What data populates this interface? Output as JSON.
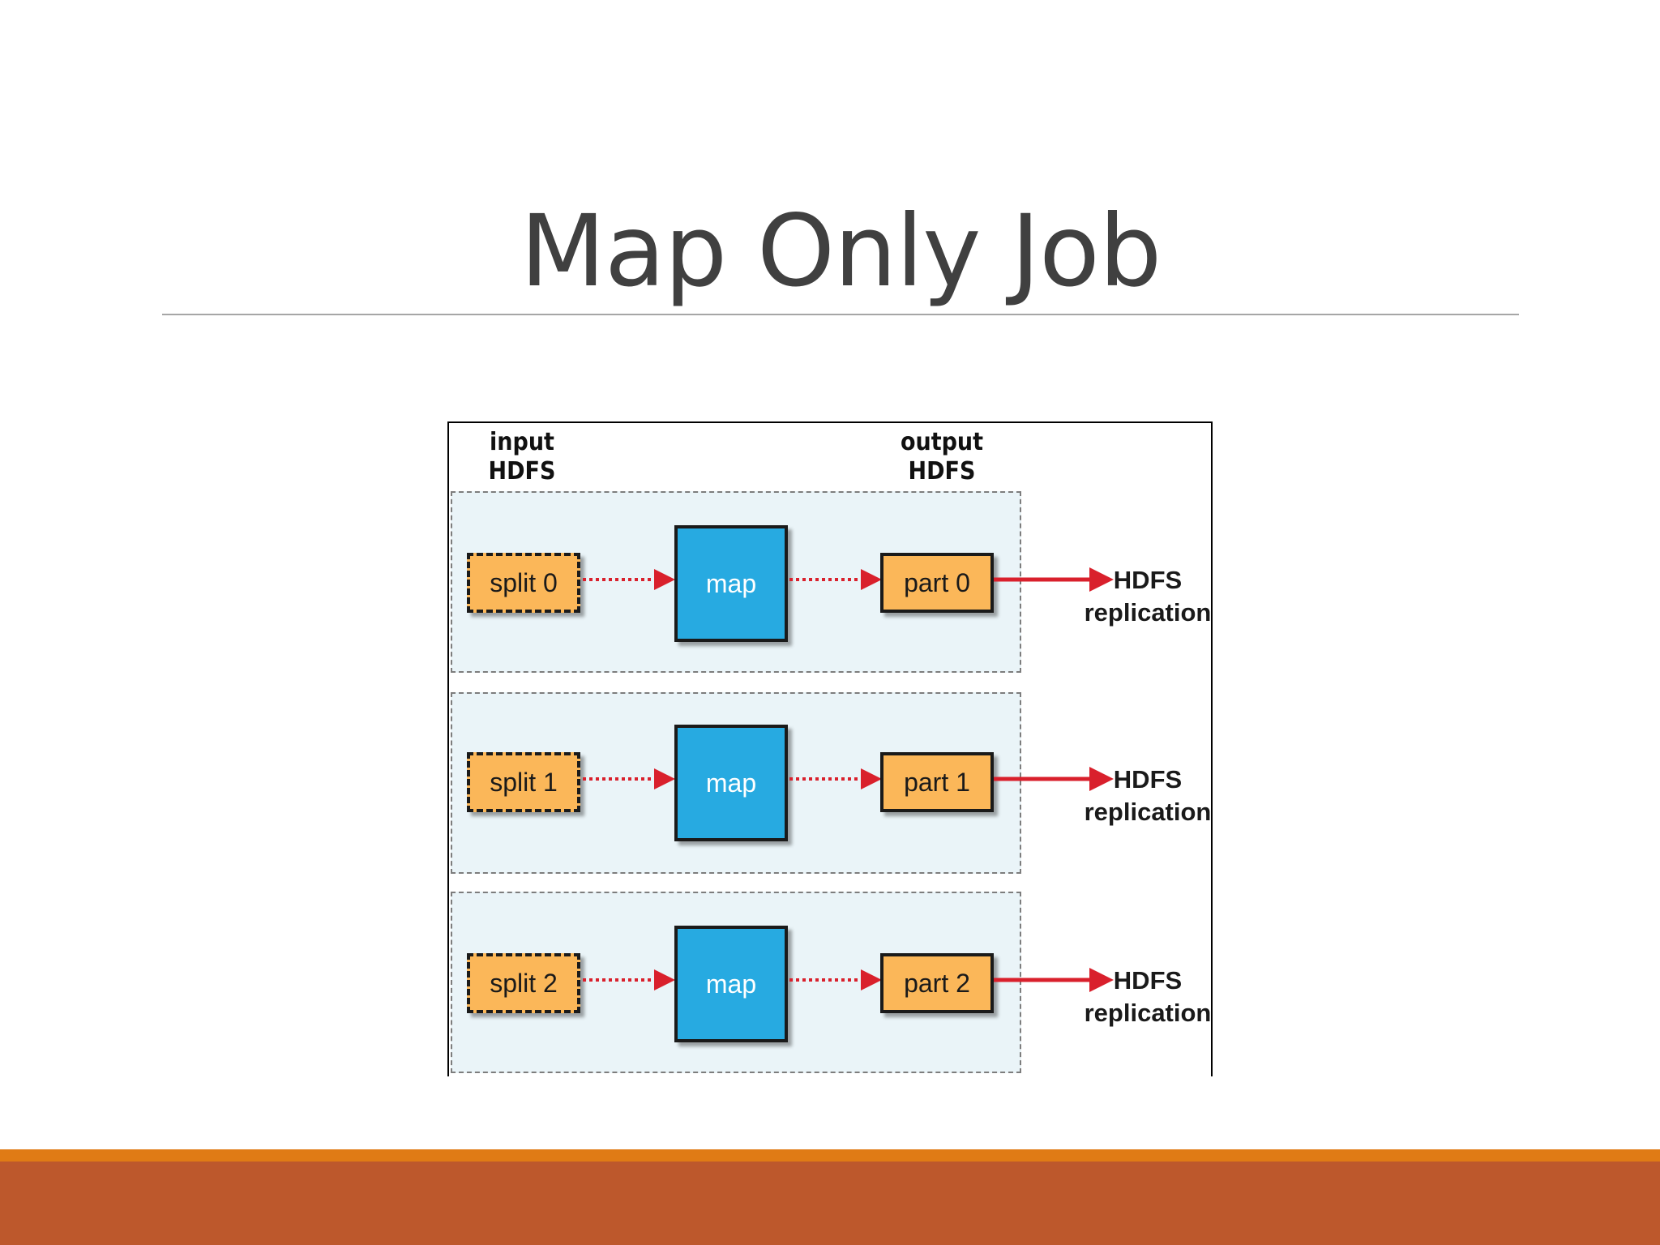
{
  "slide": {
    "title": "Map Only Job"
  },
  "diagram": {
    "input_header": [
      "input",
      "HDFS"
    ],
    "output_header": [
      "output",
      "HDFS"
    ],
    "rows": [
      {
        "split": "split 0",
        "map": "map",
        "part": "part 0",
        "dest": [
          "HDFS",
          "replication"
        ]
      },
      {
        "split": "split 1",
        "map": "map",
        "part": "part 1",
        "dest": [
          "HDFS",
          "replication"
        ]
      },
      {
        "split": "split 2",
        "map": "map",
        "part": "part 2",
        "dest": [
          "HDFS",
          "replication"
        ]
      }
    ]
  },
  "colors": {
    "title_text": "#404040",
    "split_fill": "#fbb759",
    "map_fill": "#27aae1",
    "arrow_red": "#d9202c",
    "panel_fill": "#eaf4f8",
    "footer_orange": "#e07b15",
    "footer_red": "#bd582c"
  }
}
